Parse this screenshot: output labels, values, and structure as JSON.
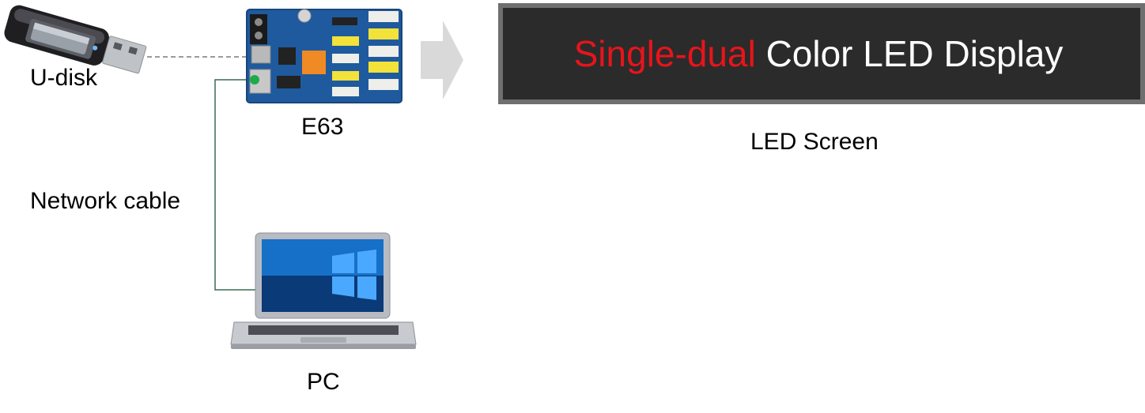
{
  "labels": {
    "udisk": "U-disk",
    "controller": "E63",
    "network_cable": "Network cable",
    "pc": "PC",
    "led_screen": "LED Screen"
  },
  "led_display": {
    "text_red": "Single-dual",
    "text_white": "Color LED Display",
    "color_red": "#e8141b",
    "color_white": "#ffffff",
    "background": "#2b2b2b",
    "frame": "#6f6f6f"
  },
  "colors": {
    "cable": "#3a6b52",
    "connector_dot": "#1faa4a",
    "dashed_link": "#7a7a7a",
    "board": "#1f5a9e",
    "arrow": "#d9d9d9"
  },
  "icons": {
    "usb": "usb-drive-icon",
    "board": "controller-board-icon",
    "laptop": "laptop-icon",
    "arrow": "right-arrow-icon"
  }
}
